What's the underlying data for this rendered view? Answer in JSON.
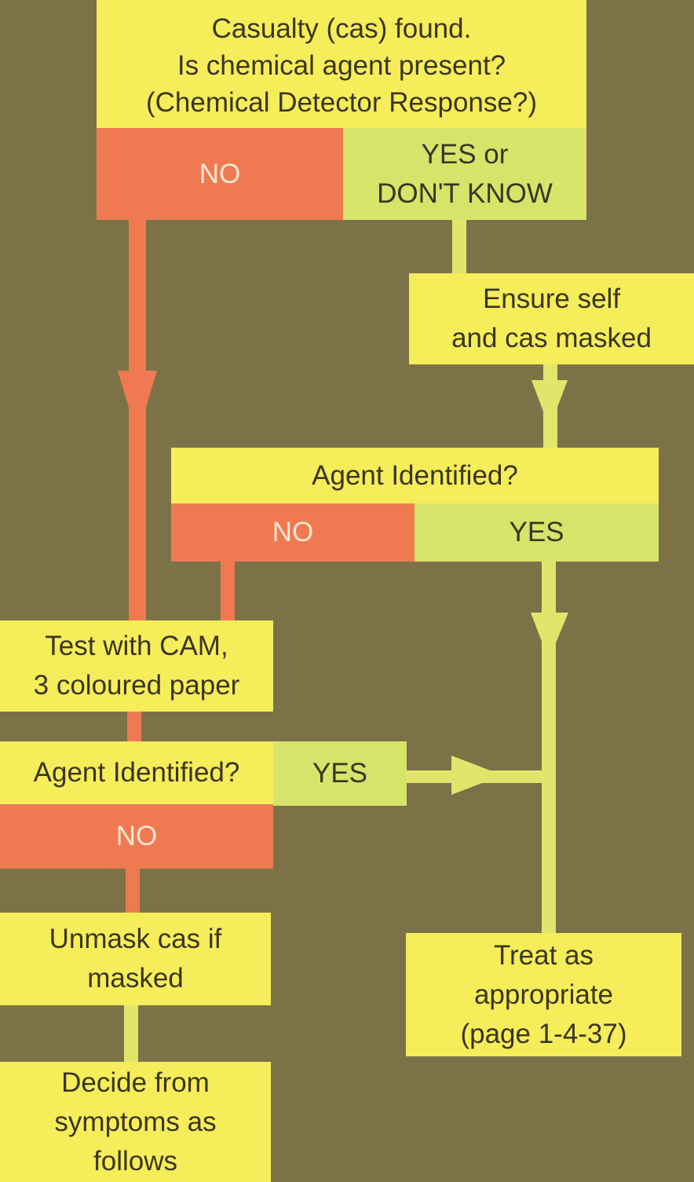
{
  "colors": {
    "background": "#7b7347",
    "yellow": "#f6ed5a",
    "green": "#d6e46a",
    "red": "#ef7a52"
  },
  "nodes": {
    "start_question": "Casualty (cas) found.\nIs chemical agent present?\n(Chemical Detector Response?)",
    "start_no": "NO",
    "start_yes": "YES or\nDON'T KNOW",
    "ensure_masked": "Ensure self\nand cas masked",
    "agent_q1": "Agent Identified?",
    "agent_q1_no": "NO",
    "agent_q1_yes": "YES",
    "test_cam": "Test with CAM,\n3 coloured paper",
    "agent_q2": "Agent Identified?",
    "agent_q2_yes": "YES",
    "agent_q2_no": "NO",
    "unmask": "Unmask cas if\nmasked",
    "decide": "Decide from\nsymptoms as\nfollows",
    "treat": "Treat as\nappropriate\n(page 1-4-37)"
  }
}
